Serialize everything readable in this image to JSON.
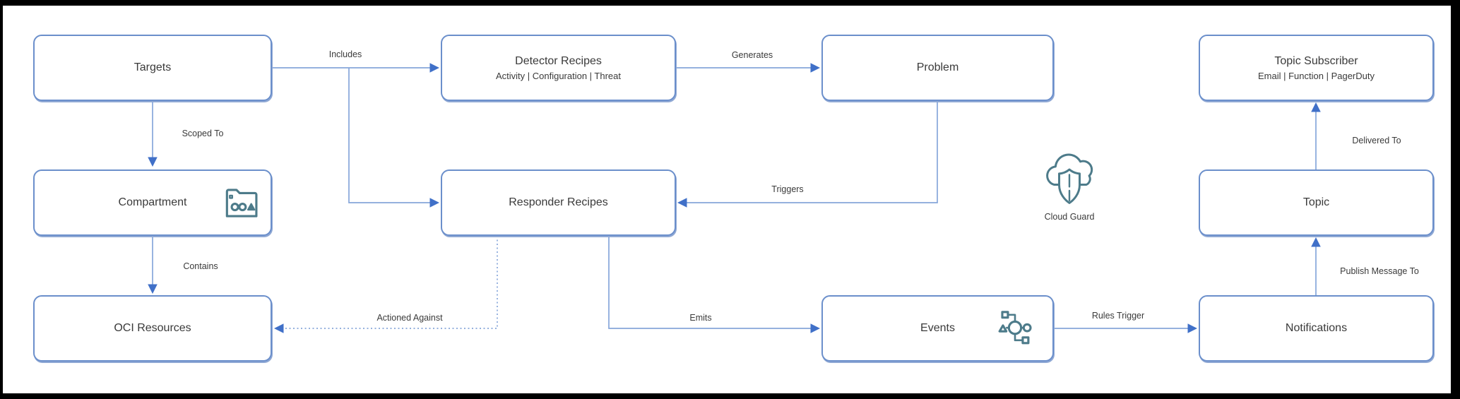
{
  "colors": {
    "box_border": "#6b8fcb",
    "connector_line": "#86a6da",
    "arrowhead": "#4070c8",
    "icon_teal": "#4d7b8a",
    "text": "#3a3a3a",
    "frame": "#000000"
  },
  "nodes": {
    "targets": {
      "label": "Targets"
    },
    "detector_recipes": {
      "label": "Detector Recipes",
      "sublabel": "Activity | Configuration | Threat"
    },
    "problem": {
      "label": "Problem"
    },
    "topic_subscriber": {
      "label": "Topic Subscriber",
      "sublabel": "Email | Function | PagerDuty"
    },
    "compartment": {
      "label": "Compartment",
      "icon": "folder-compartment-icon"
    },
    "responder_recipes": {
      "label": "Responder Recipes"
    },
    "topic": {
      "label": "Topic"
    },
    "oci_resources": {
      "label": "OCI Resources"
    },
    "events": {
      "label": "Events",
      "icon": "event-network-icon"
    },
    "notifications": {
      "label": "Notifications"
    },
    "cloud_guard": {
      "label": "Cloud Guard",
      "icon": "cloud-shield-icon"
    }
  },
  "edges": {
    "includes": "Includes",
    "scoped_to": "Scoped To",
    "contains": "Contains",
    "generates": "Generates",
    "triggers": "Triggers",
    "actioned_against": "Actioned Against",
    "emits": "Emits",
    "rules_trigger": "Rules Trigger",
    "publish_message_to": "Publish Message To",
    "delivered_to": "Delivered To"
  }
}
